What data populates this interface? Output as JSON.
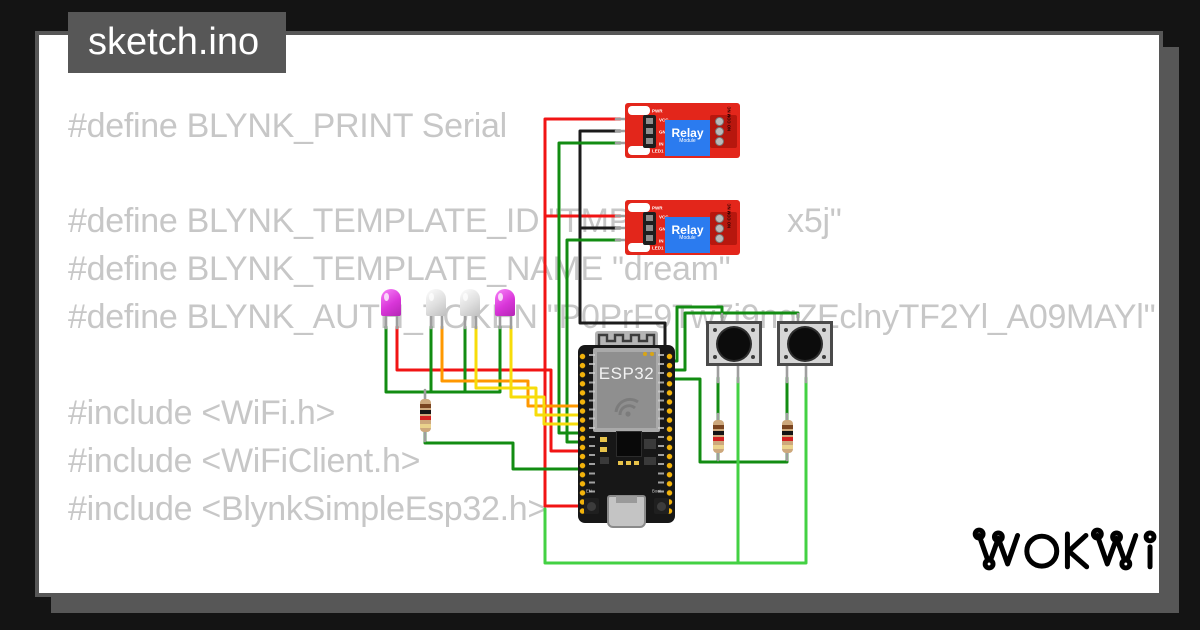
{
  "tab": {
    "title": "sketch.ino"
  },
  "code": {
    "lines": [
      "#define BLYNK_PRINT Serial",
      "#define BLYNK_TEMPLATE_ID \"TMPL6             x5j\"",
      "#define BLYNK_TEMPLATE_NAME \"dream\"",
      "#define BLYNK_AUTH_TOKEN \"P0PrF9Tw7i9nqZEclnyTF2Yl_A09MAYl\"",
      "#include <WiFi.h>",
      "#include <WiFiClient.h>",
      "#include <BlynkSimpleEsp32.h>"
    ]
  },
  "relays": [
    {
      "title": "Relay",
      "subtitle": "Module",
      "pins": [
        "VCC",
        "GND",
        "IN"
      ],
      "pwr_label": "PWR",
      "led_label": "LED1",
      "terminals_text": "NO COM NC"
    },
    {
      "title": "Relay",
      "subtitle": "Module",
      "pins": [
        "VCC",
        "GND",
        "IN"
      ],
      "pwr_label": "PWR",
      "led_label": "LED1",
      "terminals_text": "NO COM NC"
    }
  ],
  "esp32": {
    "chip_label": "ESP32",
    "btn_en": "EN",
    "btn_boot": "Boot"
  },
  "leds": {
    "colors": [
      "magenta",
      "white",
      "white",
      "magenta"
    ]
  },
  "logo": {
    "text": "WOKWI"
  },
  "colors": {
    "frame": "#141414",
    "panel_border": "#575757",
    "code_text": "#c7c7c7",
    "wire_red": "#f11414",
    "wire_black": "#1b1b1b",
    "wire_green_dark": "#128c12",
    "wire_green_bright": "#43d143",
    "wire_yellow": "#f7dc0a",
    "wire_orange": "#ff9800",
    "relay_red": "#e3261b",
    "relay_blue": "#2b7bef",
    "led_magenta": "#d936d9"
  }
}
